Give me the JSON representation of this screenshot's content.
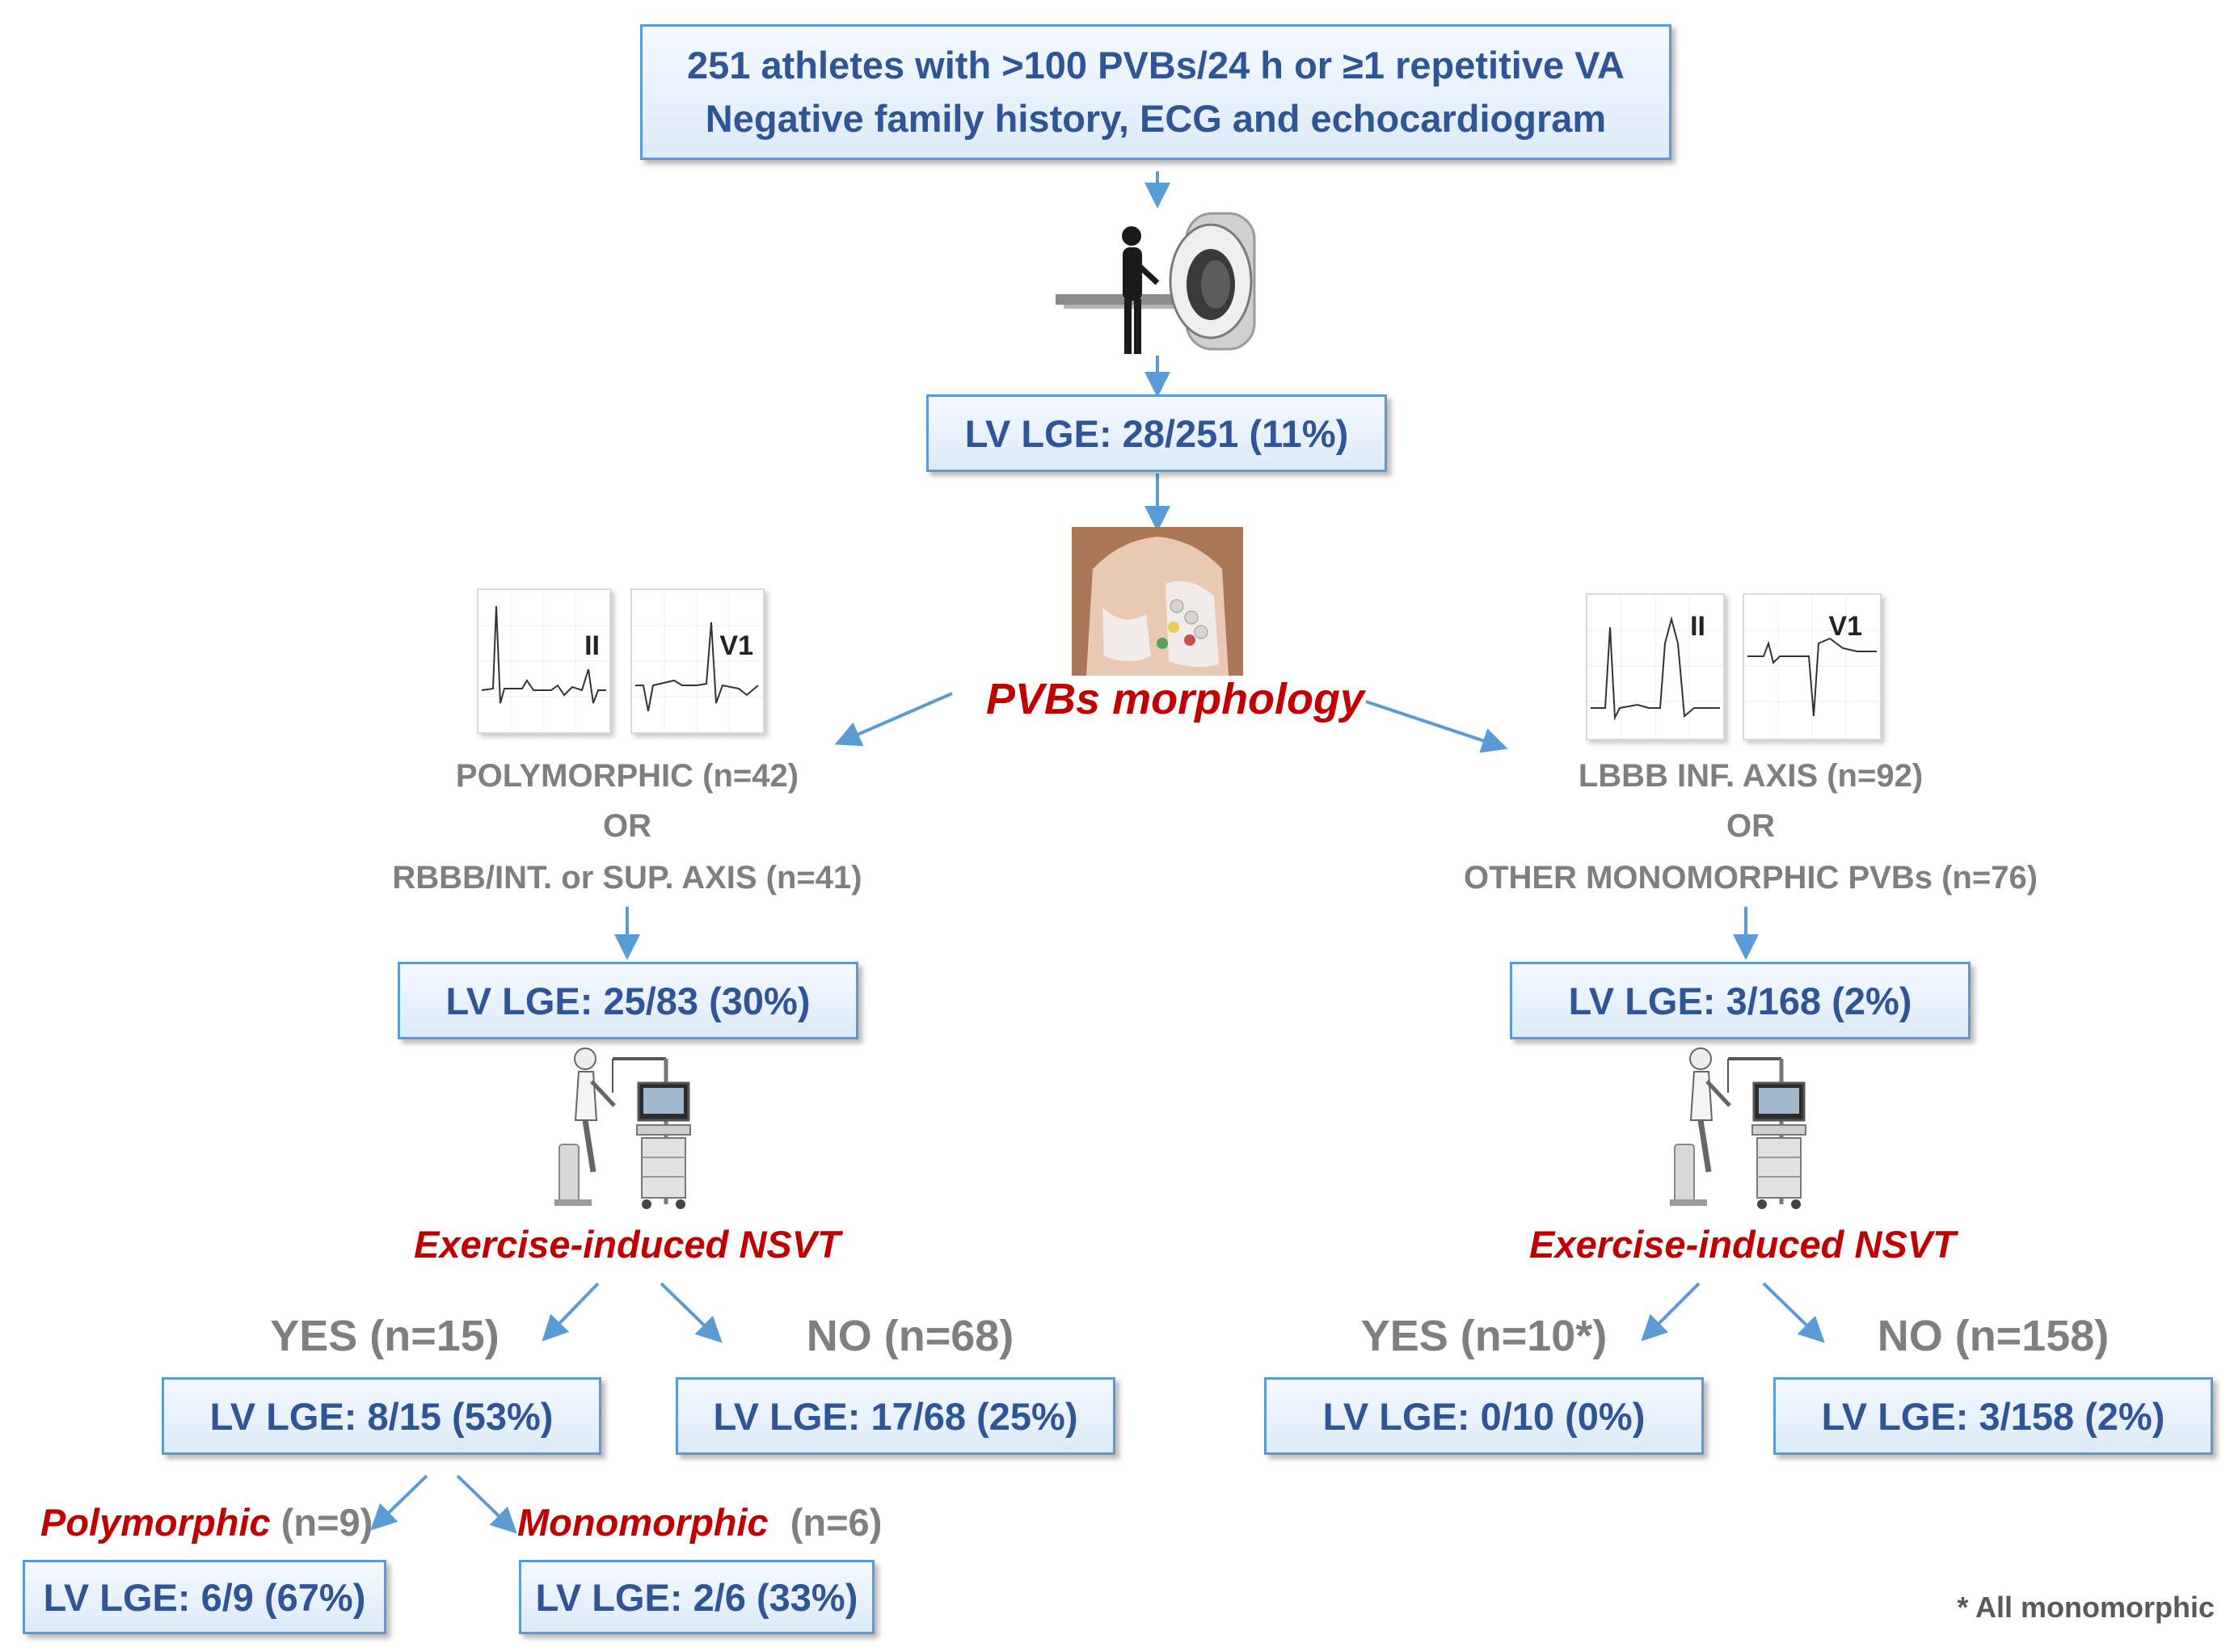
{
  "colors": {
    "box_border": "#5b9bd5",
    "box_text": "#2f5597",
    "arrow": "#5b9bd5",
    "emphasis": "#c00000",
    "label": "#7f7f7f"
  },
  "top_box": {
    "line1": "251 athletes with >100 PVBs/24 h or ≥1 repetitive VA",
    "line2": "Negative family history, ECG and echocardiogram"
  },
  "icons": {
    "mri": "mri-scanner-icon",
    "chest": "chest-electrodes-photo",
    "exercise": "exercise-bike-ecg-icon"
  },
  "lge_total": "LV LGE: 28/251 (11%)",
  "pvb_morphology": "PVBs morphology",
  "left": {
    "leads": [
      "II",
      "V1"
    ],
    "line1": "POLYMORPHIC (n=42)",
    "or": "OR",
    "line2": "RBBB/INT. or SUP. AXIS (n=41)",
    "lge": "LV LGE: 25/83 (30%)",
    "exercise": "Exercise-induced NSVT",
    "yes_label": "YES (n=15)",
    "no_label": "NO (n=68)",
    "yes_lge": "LV LGE: 8/15 (53%)",
    "no_lge": "LV LGE: 17/68 (25%)",
    "poly_label": "Polymorphic",
    "poly_n": "(n=9)",
    "mono_label": "Monomorphic",
    "mono_n": "(n=6)",
    "poly_lge": "LV LGE: 6/9 (67%)",
    "mono_lge": "LV LGE: 2/6 (33%)"
  },
  "right": {
    "leads": [
      "II",
      "V1"
    ],
    "line1": "LBBB INF. AXIS (n=92)",
    "or": "OR",
    "line2": "OTHER MONOMORPHIC PVBs (n=76)",
    "lge": "LV LGE: 3/168 (2%)",
    "exercise": "Exercise-induced NSVT",
    "yes_label": "YES (n=10*)",
    "no_label": "NO (n=158)",
    "yes_lge": "LV LGE: 0/10 (0%)",
    "no_lge": "LV LGE: 3/158 (2%)"
  },
  "footnote": "* All monomorphic"
}
